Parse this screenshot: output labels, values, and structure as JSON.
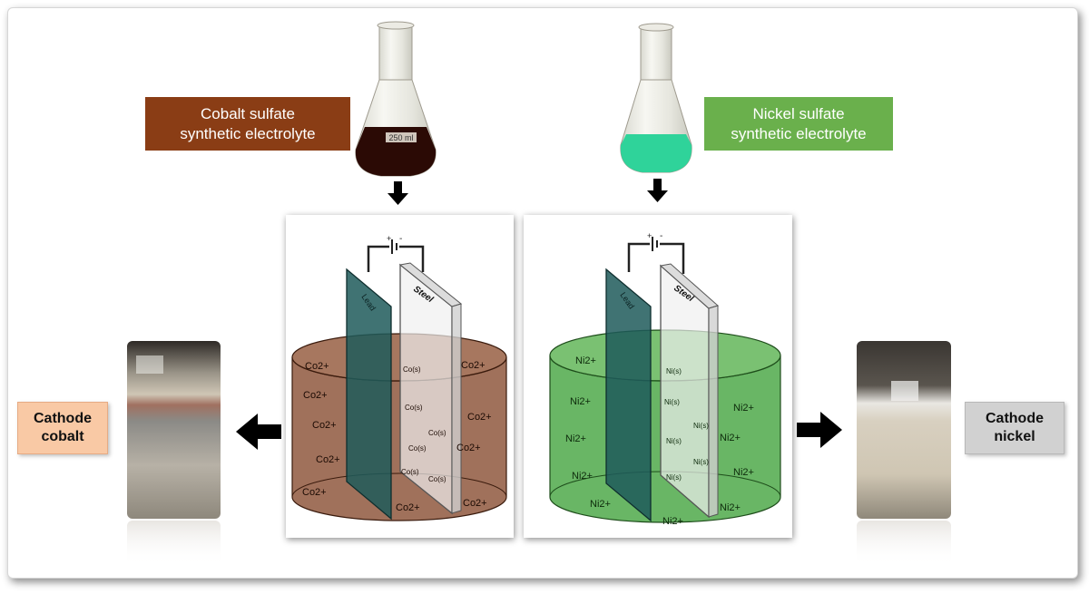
{
  "labels": {
    "cobalt_electrolyte": "Cobalt sulfate\nsynthetic electrolyte",
    "nickel_electrolyte": "Nickel sulfate\nsynthetic electrolyte",
    "cathode_cobalt": "Cathode\ncobalt",
    "cathode_nickel": "Cathode\nnickel"
  },
  "cobalt_cell": {
    "anode_label": "Lead",
    "cathode_label": "Steel",
    "plus": "+",
    "minus": "-",
    "ion": "Co2+",
    "deposit": "Co(s)"
  },
  "nickel_cell": {
    "anode_label": "Lead",
    "cathode_label": "Steel",
    "plus": "+",
    "minus": "-",
    "ion": "Ni2+",
    "deposit": "Ni(s)"
  },
  "flask_marks": {
    "cobalt_volume": "250 ml"
  },
  "colors": {
    "cobalt_brown": "#8a3d15",
    "cobalt_solution": "#7b3a1c",
    "nickel_green": "#6ab04c",
    "nickel_solution": "#3fa13a",
    "flask_cobalt_liquid": "#2b0a05",
    "flask_nickel_liquid": "#2fd39a",
    "lead_plate": "#1f5a5a",
    "steel_plate": "#e8e8e8"
  }
}
